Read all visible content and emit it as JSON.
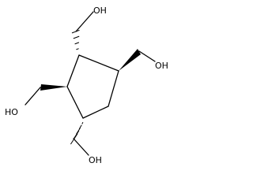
{
  "molecule": {
    "labels": {
      "oh_top": "OH",
      "oh_right": "OH",
      "oh_left": "HO",
      "oh_bottom": "OH"
    }
  }
}
